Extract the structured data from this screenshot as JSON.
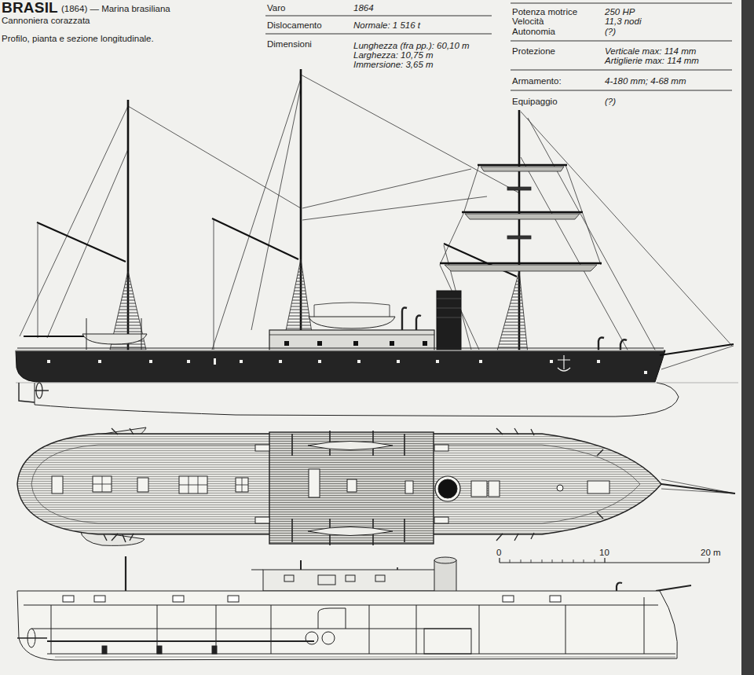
{
  "diagram": {
    "title": "BRASIL",
    "labels": [
      "(1864) — Marina brasiliana",
      "Cannoniera corazzata",
      "Profilo, pianta e sezione longitudinale.",
      "Varo",
      "1864",
      "Dislocamento",
      "Normale: 1 516 t",
      "Dimensioni",
      "Lunghezza (fra pp.): 60,10 m",
      "Larghezza: 10,75 m",
      "Immersione: 3,65 m",
      "Potenza motrice",
      "250 HP",
      "Velocità",
      "11,3 nodi",
      "Autonomia",
      "(?)",
      "Protezione",
      "Verticale max: 114 mm",
      "Artiglierie max: 114 mm",
      "Armamento:",
      "4-180 mm; 4-68 mm",
      "Equipaggio",
      "(?)",
      "0",
      "10",
      "20 m"
    ]
  }
}
